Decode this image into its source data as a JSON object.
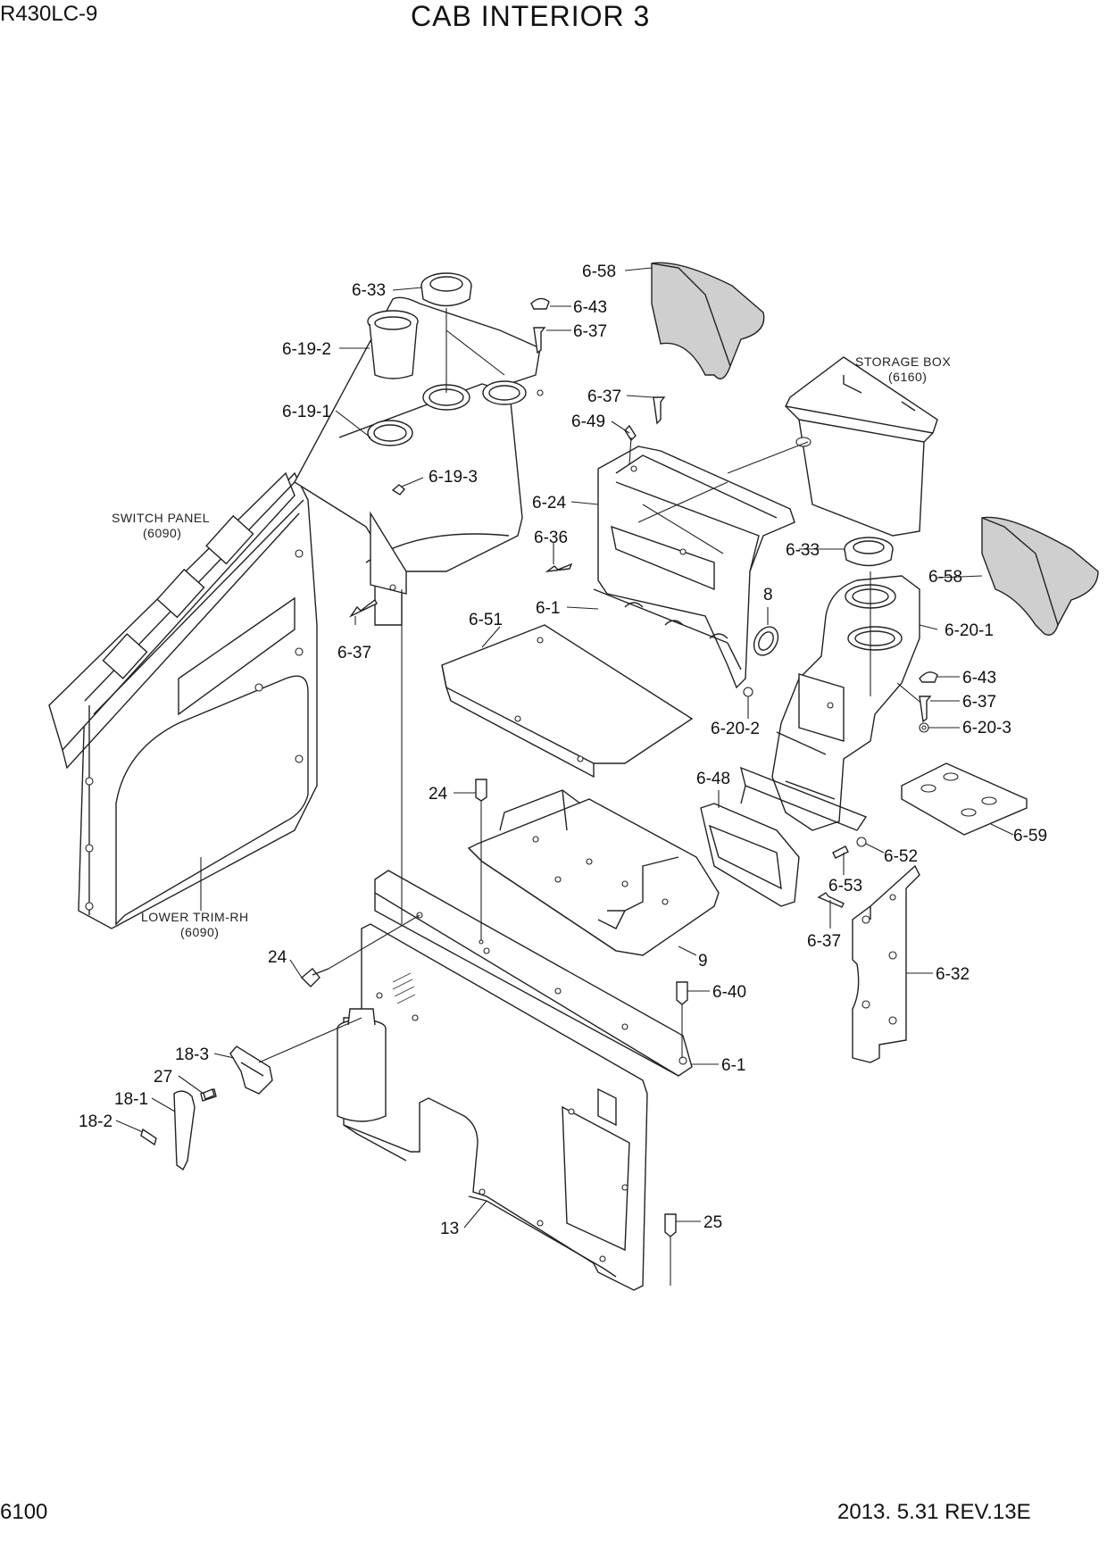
{
  "header": {
    "model": "R430LC-9",
    "title": "CAB INTERIOR 3"
  },
  "footer": {
    "page_number": "6100",
    "revision": "2013. 5.31  REV.13E"
  },
  "component_names": {
    "switch_panel": "SWITCH PANEL",
    "switch_panel_ref": "(6090)",
    "lower_trim": "LOWER TRIM-RH",
    "lower_trim_ref": "(6090)",
    "storage_box": "STORAGE BOX",
    "storage_box_ref": "(6160)"
  },
  "callouts": {
    "c01": "6-58",
    "c02": "6-33",
    "c03": "6-43",
    "c04": "6-37",
    "c05": "6-19-2",
    "c06": "6-19-1",
    "c07": "6-37",
    "c08": "6-49",
    "c09": "6-19-3",
    "c10": "6-24",
    "c11": "6-36",
    "c12": "6-33",
    "c13": "6-58",
    "c14": "6-1",
    "c15": "8",
    "c16": "6-37",
    "c17": "6-51",
    "c18": "6-20-1",
    "c19": "6-43",
    "c20": "6-37",
    "c21": "6-20-2",
    "c22": "6-20-3",
    "c23": "6-48",
    "c24": "24",
    "c25": "6-59",
    "c26": "6-52",
    "c27": "6-53",
    "c28": "6-37",
    "c29": "9",
    "c30": "6-32",
    "c31": "24",
    "c32": "6-40",
    "c33": "6-1",
    "c34": "18-3",
    "c35": "27",
    "c36": "18-1",
    "c37": "18-2",
    "c38": "13",
    "c39": "25"
  }
}
